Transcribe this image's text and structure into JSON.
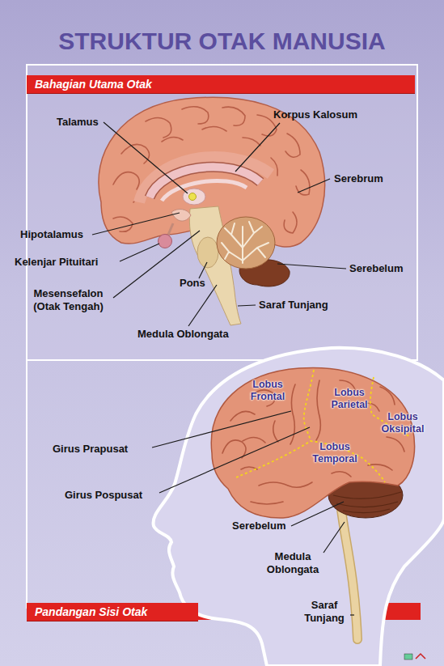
{
  "diagram": {
    "title": "STRUKTUR OTAK MANUSIA",
    "nodes": [
      {
        "text": [
          "Bahagian Utama Otak"
        ]
      },
      {
        "text": [
          "Pandangan Sisi Otak"
        ]
      }
    ],
    "labels": [
      "Talamus",
      "Korpus Kalosum",
      "Serebrum",
      "Hipotalamus",
      "Kelenjar Pituitari",
      "Serebelum",
      "Mesensefalon (Otak Tengah)",
      "Pons",
      "Saraf Tunjang",
      "Medula Oblongata",
      "Lobus Frontal",
      "Lobus Parietal",
      "Lobus Oksipital",
      "Lobus Temporal",
      "Girus Prapusat",
      "Girus Pospusat",
      "Serebelum",
      "Medula Oblongata",
      "Saraf Tunjang"
    ]
  }
}
